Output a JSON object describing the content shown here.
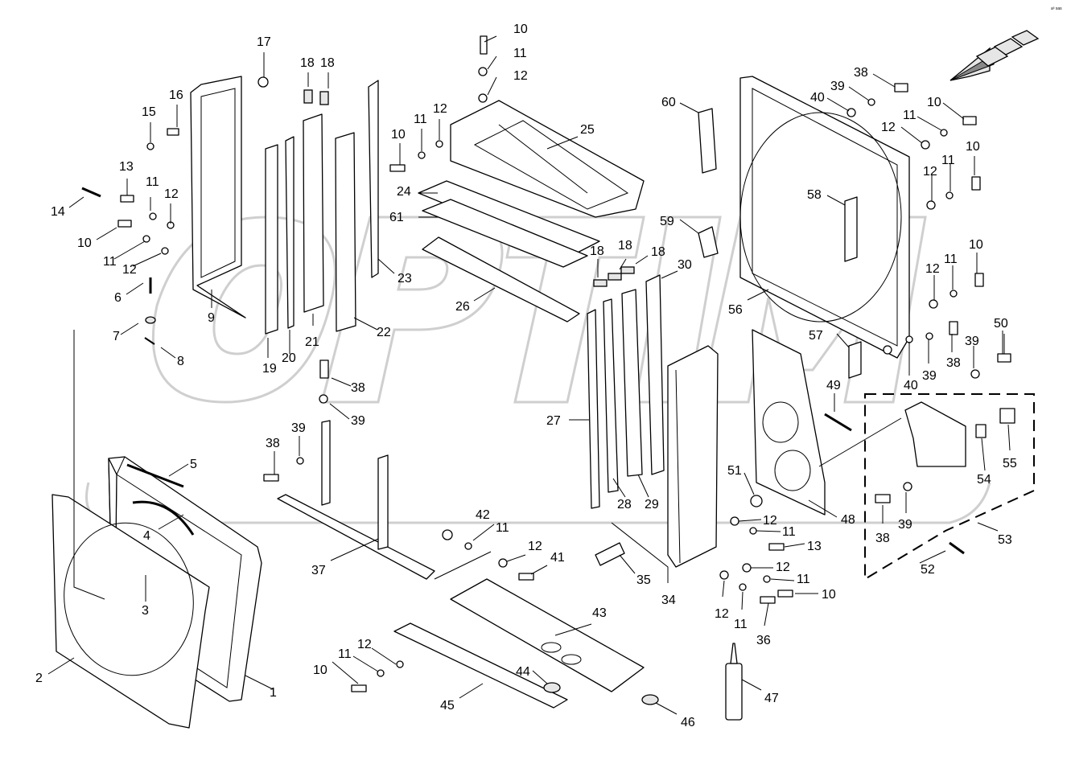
{
  "watermark": "OPTIM",
  "corner_mark": "a³ sas",
  "callouts": {
    "c1": "1",
    "c2": "2",
    "c3": "3",
    "c4": "4",
    "c5": "5",
    "c6": "6",
    "c7": "7",
    "c8": "8",
    "c9": "9",
    "c10a": "10",
    "c10b": "10",
    "c10c": "10",
    "c10d": "10",
    "c10e": "10",
    "c10f": "10",
    "c10g": "10",
    "c10h": "10",
    "c11a": "11",
    "c11b": "11",
    "c11c": "11",
    "c11d": "11",
    "c11e": "11",
    "c11f": "11",
    "c11g": "11",
    "c11h": "11",
    "c11i": "11",
    "c11j": "11",
    "c11k": "11",
    "c11l": "11",
    "c12a": "12",
    "c12b": "12",
    "c12c": "12",
    "c12d": "12",
    "c12e": "12",
    "c12f": "12",
    "c12g": "12",
    "c12h": "12",
    "c12i": "12",
    "c12j": "12",
    "c12k": "12",
    "c12l": "12",
    "c13a": "13",
    "c13b": "13",
    "c14": "14",
    "c15": "15",
    "c16": "16",
    "c17": "17",
    "c18a": "18",
    "c18b": "18",
    "c18c": "18",
    "c18d": "18",
    "c18e": "18",
    "c19": "19",
    "c20": "20",
    "c21": "21",
    "c22": "22",
    "c23": "23",
    "c24": "24",
    "c25": "25",
    "c26": "26",
    "c27": "27",
    "c28": "28",
    "c29": "29",
    "c30": "30",
    "c34": "34",
    "c35": "35",
    "c36": "36",
    "c37": "37",
    "c38a": "38",
    "c38b": "38",
    "c38c": "38",
    "c38d": "38",
    "c38e": "38",
    "c39a": "39",
    "c39b": "39",
    "c39c": "39",
    "c39d": "39",
    "c39e": "39",
    "c39f": "39",
    "c40a": "40",
    "c40b": "40",
    "c41": "41",
    "c42": "42",
    "c43": "43",
    "c44": "44",
    "c45": "45",
    "c46": "46",
    "c47": "47",
    "c48": "48",
    "c49": "49",
    "c50": "50",
    "c51": "51",
    "c52": "52",
    "c53": "53",
    "c54": "54",
    "c55": "55",
    "c56": "56",
    "c57": "57",
    "c58": "58",
    "c59": "59",
    "c60": "60",
    "c61": "61"
  }
}
